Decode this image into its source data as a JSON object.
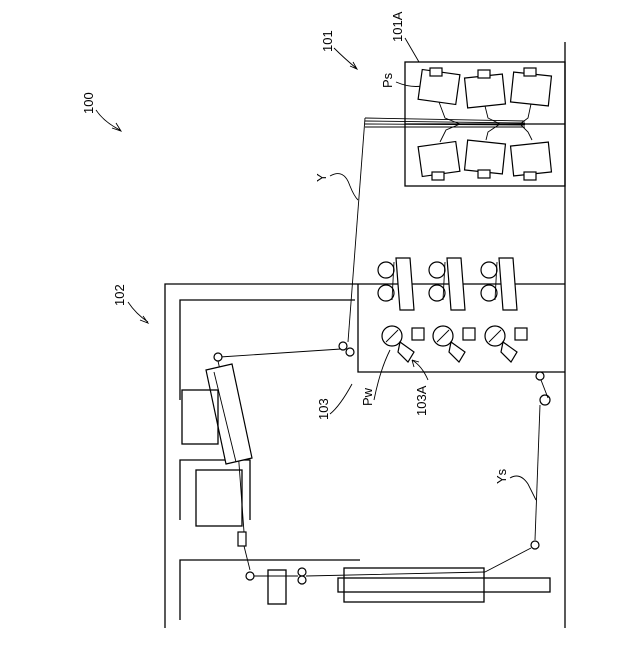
{
  "labels": {
    "machine": "100",
    "creel": "101",
    "package_support": "101A",
    "supply_package": "Ps",
    "yarn": "Y",
    "winder": "102",
    "godet_unit": "103",
    "godet_roller": "103A",
    "winding_package": "Pw",
    "yarn_path": "Ys"
  }
}
